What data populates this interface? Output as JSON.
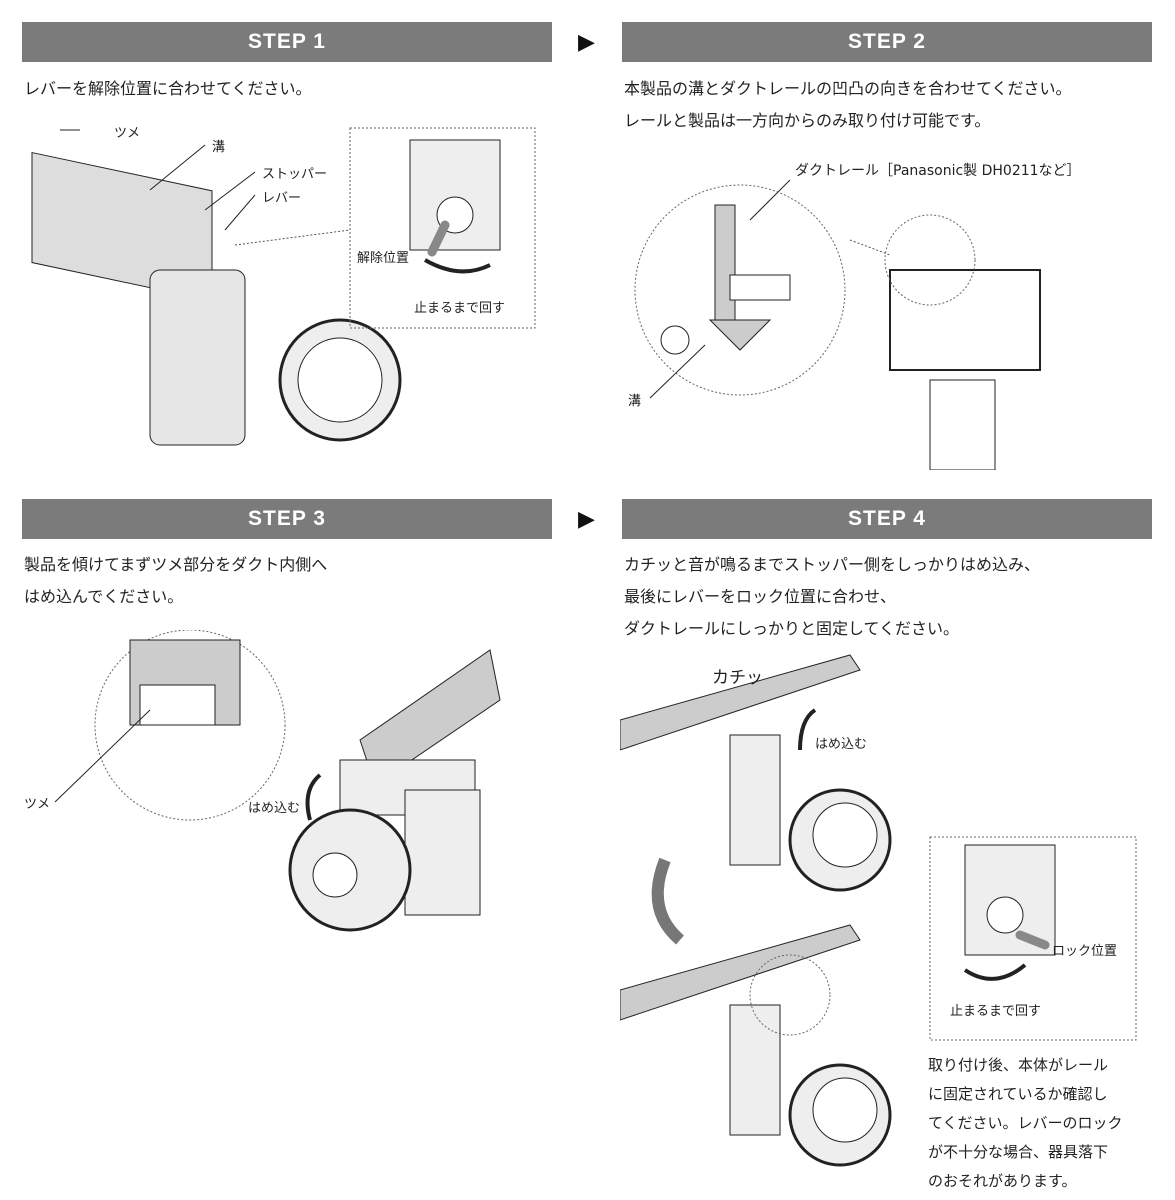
{
  "steps": [
    {
      "title": "STEP 1",
      "text": [
        "レバーを解除位置に合わせてください。"
      ],
      "labels": {
        "tsume": "ツメ",
        "mizo": "溝",
        "stopper": "ストッパー",
        "lever": "レバー",
        "release": "解除位置",
        "rotate": "止まるまで回す"
      }
    },
    {
      "title": "STEP 2",
      "text": [
        "本製品の溝とダクトレールの凹凸の向きを合わせてください。",
        "レールと製品は一方向からのみ取り付け可能です。"
      ],
      "labels": {
        "rail": "ダクトレール［Panasonic製 DH0211など］",
        "mizo": "溝"
      }
    },
    {
      "title": "STEP 3",
      "text": [
        "製品を傾けてまずツメ部分をダクト内側へ",
        "はめ込んでください。"
      ],
      "labels": {
        "tsume": "ツメ",
        "insert": "はめ込む"
      }
    },
    {
      "title": "STEP 4",
      "text": [
        "カチッと音が鳴るまでストッパー側をしっかりはめ込み、",
        "最後にレバーをロック位置に合わせ、",
        "ダクトレールにしっかりと固定してください。"
      ],
      "labels": {
        "click": "カチッ",
        "insert": "はめ込む",
        "lock": "ロック位置",
        "rotate": "止まるまで回す"
      },
      "note": [
        "取り付け後、本体がレール",
        "に固定されているか確認し",
        "てください。レバーのロック",
        "が不十分な場合、器具落下",
        "のおそれがあります。"
      ]
    }
  ],
  "arrow_glyph": "▶",
  "colors": {
    "header": "#7b7b7b",
    "illustration_gray": "#c8c8c8"
  }
}
